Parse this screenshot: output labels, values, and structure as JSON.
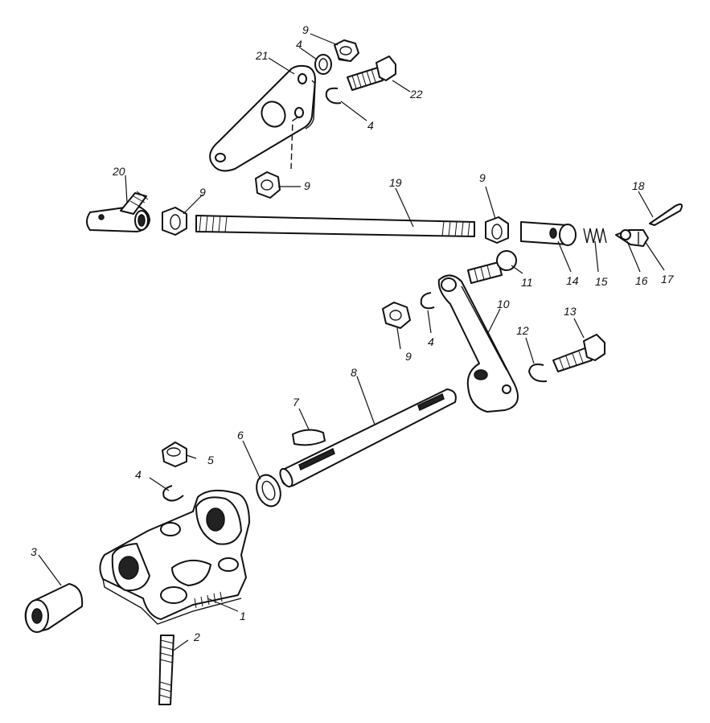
{
  "callouts": {
    "c1": "1",
    "c2": "2",
    "c3": "3",
    "c4a": "4",
    "c5": "5",
    "c6": "6",
    "c7": "7",
    "c8": "8",
    "c9a": "9",
    "c4b": "4",
    "c10": "10",
    "c12": "12",
    "c13": "13",
    "c11": "11",
    "c14": "14",
    "c15": "15",
    "c16": "16",
    "c17": "17",
    "c18": "18",
    "c9b": "9",
    "c19": "19",
    "c20": "20",
    "c9c": "9",
    "c9d": "9",
    "c21": "21",
    "c4c": "4",
    "c9e": "9",
    "c22": "22",
    "c4d": "4"
  },
  "colors": {
    "ink": "#111111",
    "paper": "#ffffff"
  }
}
